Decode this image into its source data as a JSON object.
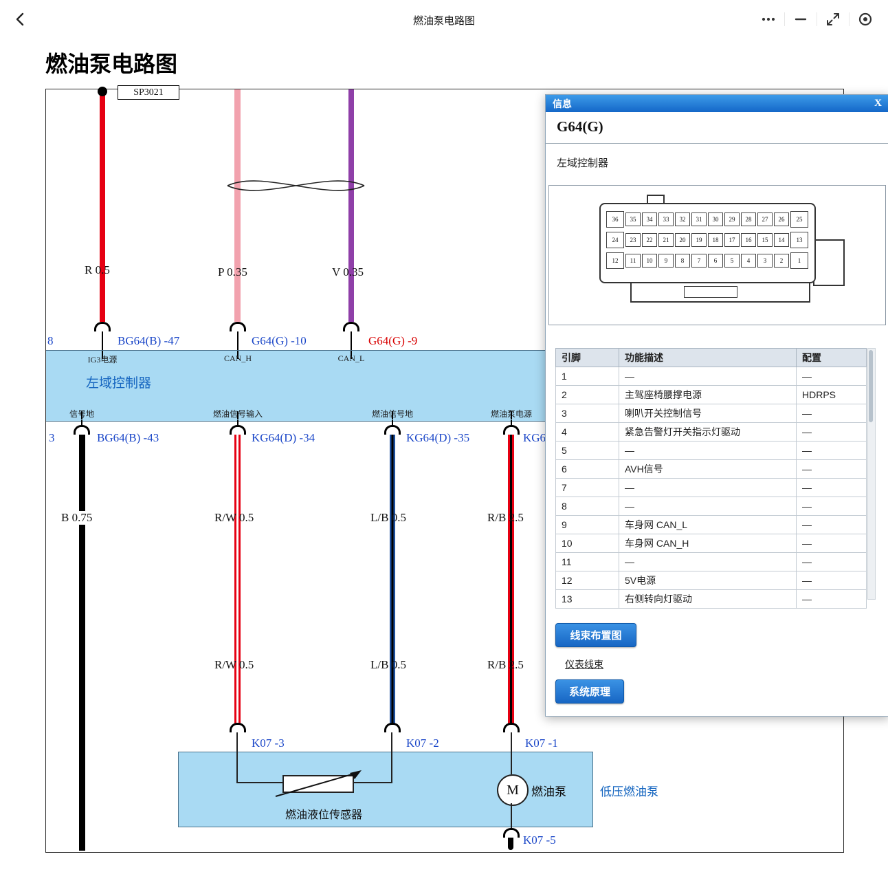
{
  "topbar": {
    "title": "燃油泵电路图"
  },
  "page_title": "燃油泵电路图",
  "diagram": {
    "splice_label": "SP3021",
    "left_partial_top": "8",
    "left_partial_bottom": "3",
    "top_wires": [
      {
        "gauge": "R 0.5",
        "pin": "BG64(B) -47",
        "band_pin": "IG3电源"
      },
      {
        "gauge": "P 0.35",
        "pin": "G64(G) -10",
        "band_pin": "CAN_H"
      },
      {
        "gauge": "V 0.35",
        "pin": "G64(G) -9",
        "band_pin": "CAN_L"
      }
    ],
    "module_label": "左域控制器",
    "bottom_pins": [
      "信号地",
      "燃油信号输入",
      "燃油信号地",
      "燃油泵电源"
    ],
    "bottom_wires": [
      {
        "pin": "BG64(B) -43",
        "gauge": "B 0.75"
      },
      {
        "pin": "KG64(D) -34",
        "gauge": "R/W 0.5",
        "gauge2": "R/W 0.5",
        "conn": "K07 -3"
      },
      {
        "pin": "KG64(D) -35",
        "gauge": "L/B 0.5",
        "gauge2": "L/B 0.5",
        "conn": "K07 -2"
      },
      {
        "pin": "KG6",
        "gauge": "R/B 2.5",
        "gauge2": "R/B 2.5",
        "conn": "K07 -1"
      }
    ],
    "sensor_label": "燃油液位传感器",
    "motor_letter": "M",
    "pump_label": "燃油泵",
    "lp_pump_label": "低压燃油泵",
    "pump_conn": "K07 -5"
  },
  "panel": {
    "header": "信息",
    "close": "X",
    "title": "G64(G)",
    "subtitle": "左域控制器",
    "connector_rows": [
      {
        "left": "36",
        "cells": [
          "35",
          "34",
          "33",
          "32",
          "31",
          "30",
          "29",
          "28",
          "27",
          "26"
        ],
        "right": "25"
      },
      {
        "left": "24",
        "cells": [
          "23",
          "22",
          "21",
          "20",
          "19",
          "18",
          "17",
          "16",
          "15",
          "14"
        ],
        "right": "13"
      },
      {
        "left": "12",
        "cells": [
          "11",
          "10",
          "9",
          "8",
          "7",
          "6",
          "5",
          "4",
          "3",
          "2"
        ],
        "right": "1"
      }
    ],
    "table": {
      "headers": [
        "引脚",
        "功能描述",
        "配置"
      ],
      "rows": [
        [
          "1",
          "—",
          "—"
        ],
        [
          "2",
          "主驾座椅腰撑电源",
          "HDRPS"
        ],
        [
          "3",
          "喇叭开关控制信号",
          "—"
        ],
        [
          "4",
          "紧急告警灯开关指示灯驱动",
          "—"
        ],
        [
          "5",
          "—",
          "—"
        ],
        [
          "6",
          "AVH信号",
          "—"
        ],
        [
          "7",
          "—",
          "—"
        ],
        [
          "8",
          "—",
          "—"
        ],
        [
          "9",
          "车身网 CAN_L",
          "—"
        ],
        [
          "10",
          "车身网 CAN_H",
          "—"
        ],
        [
          "11",
          "—",
          "—"
        ],
        [
          "12",
          "5V电源",
          "—"
        ],
        [
          "13",
          "右侧转向灯驱动",
          "—"
        ]
      ]
    },
    "buttons": {
      "harness": "线束布置图",
      "link": "仪表线束",
      "system": "系统原理"
    }
  }
}
